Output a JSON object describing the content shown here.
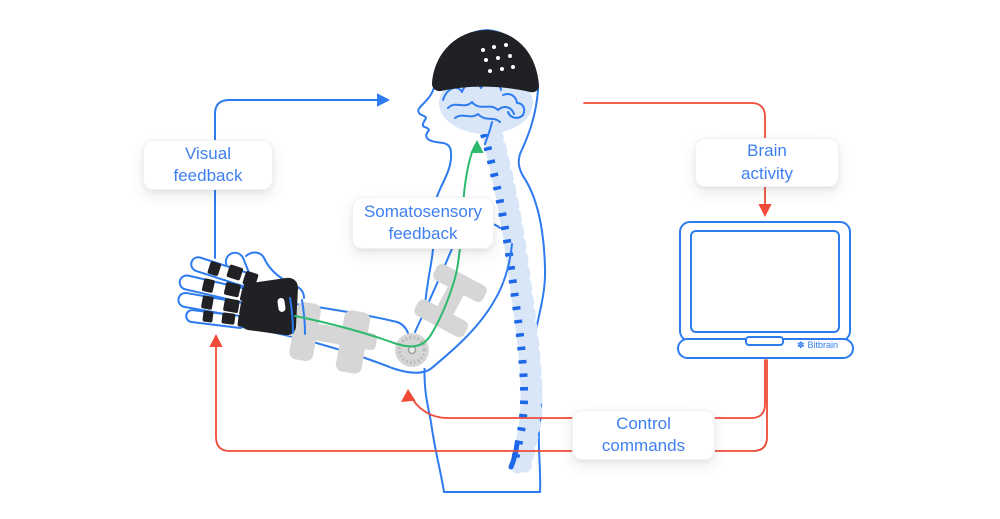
{
  "diagram": {
    "title_context": "brain-computer-interface feedback loop",
    "labels": {
      "visual_feedback": "Visual\nfeedback",
      "somatosensory_feedback": "Somatosensory\nfeedback",
      "brain_activity": "Brain\nactivity",
      "control_commands": "Control\ncommands"
    },
    "laptop": {
      "logo_text": "Bitbrain"
    },
    "icons": {
      "bitbrain_logo": "✽"
    },
    "flows": [
      {
        "name": "visual-feedback",
        "color_key": "blue",
        "from": "robotic-hand",
        "to": "head"
      },
      {
        "name": "brain-activity",
        "color_key": "red",
        "from": "eeg-cap",
        "to": "laptop"
      },
      {
        "name": "control-commands",
        "color_key": "red",
        "from": "laptop",
        "to": "robotic-arm"
      },
      {
        "name": "somatosensory-feedback",
        "color_key": "green",
        "from": "hand",
        "to": "brain"
      }
    ],
    "colors": {
      "blue": "#2e7bf0",
      "red": "#ef4b38",
      "green": "#2dba6e",
      "light_blue": "#d9e6f8",
      "spine_blue": "#1c68e8",
      "gray": "#d6d6d6",
      "gray_dark": "#b9b9b9",
      "cap_black": "#202124",
      "label_text": "#3e80f1",
      "background": "#ffffff"
    }
  }
}
